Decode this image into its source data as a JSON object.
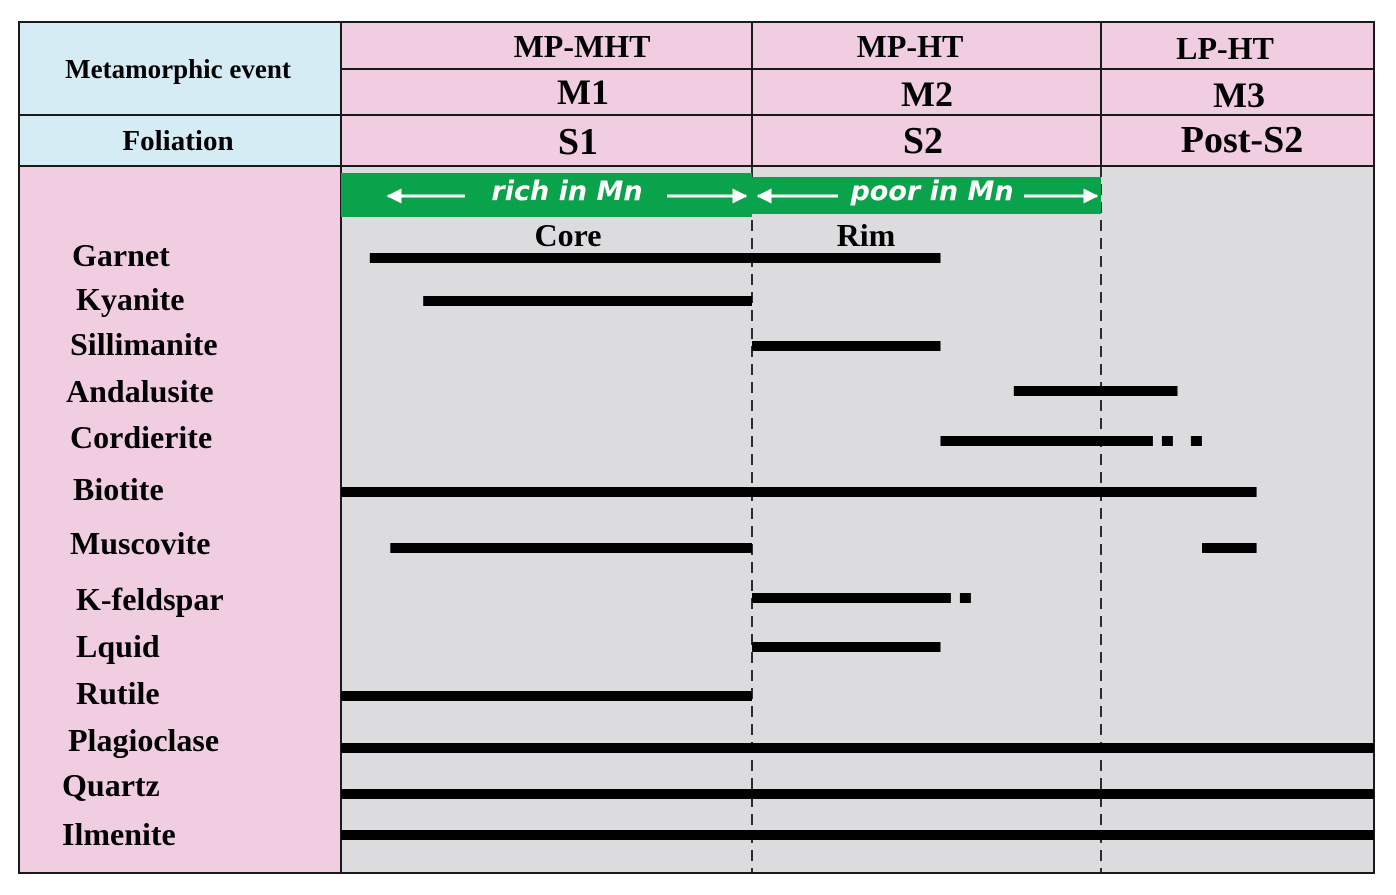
{
  "header": {
    "row_label_event": "Metamorphic event",
    "row_label_foliation": "Foliation",
    "columns": [
      {
        "regime": "MP-MHT",
        "event": "M1",
        "foliation": "S1"
      },
      {
        "regime": "MP-HT",
        "event": "M2",
        "foliation": "S2"
      },
      {
        "regime": "LP-HT",
        "event": "M3",
        "foliation": "Post-S2"
      }
    ]
  },
  "garnet_zoning": {
    "rich_label": "rich in Mn",
    "poor_label": "poor in Mn",
    "core_label": "Core",
    "rim_label": "Rim",
    "banner_color": "#0aa24a"
  },
  "colors": {
    "header_blue": "#d5ecf4",
    "header_pink": "#f0cde0",
    "body_gray": "#dcdcde",
    "bar": "#000000"
  },
  "minerals": [
    {
      "name": "Garnet",
      "segments": [
        {
          "from": 0.07,
          "to": 1.54,
          "style": "solid"
        }
      ]
    },
    {
      "name": "Kyanite",
      "segments": [
        {
          "from": 0.2,
          "to": 1.0,
          "style": "solid"
        }
      ]
    },
    {
      "name": "Sillimanite",
      "segments": [
        {
          "from": 1.0,
          "to": 1.54,
          "style": "solid"
        }
      ]
    },
    {
      "name": "Andalusite",
      "segments": [
        {
          "from": 1.75,
          "to": 2.28,
          "style": "solid"
        }
      ]
    },
    {
      "name": "Cordierite",
      "segments": [
        {
          "from": 1.54,
          "to": 2.19,
          "style": "solid"
        },
        {
          "from": 2.19,
          "to": 2.41,
          "style": "dotted"
        }
      ]
    },
    {
      "name": "Biotite",
      "segments": [
        {
          "from": 0.0,
          "to": 2.57,
          "style": "solid"
        }
      ]
    },
    {
      "name": "Muscovite",
      "segments": [
        {
          "from": 0.12,
          "to": 1.0,
          "style": "solid"
        },
        {
          "from": 2.37,
          "to": 2.57,
          "style": "solid"
        }
      ]
    },
    {
      "name": "K-feldspar",
      "segments": [
        {
          "from": 1.0,
          "to": 1.57,
          "style": "solid"
        },
        {
          "from": 1.57,
          "to": 1.7,
          "style": "dotted"
        }
      ]
    },
    {
      "name": "Lquid",
      "segments": [
        {
          "from": 1.0,
          "to": 1.54,
          "style": "solid"
        }
      ]
    },
    {
      "name": "Rutile",
      "segments": [
        {
          "from": 0.0,
          "to": 1.0,
          "style": "solid"
        }
      ]
    },
    {
      "name": "Plagioclase",
      "segments": [
        {
          "from": 0.0,
          "to": 3.0,
          "style": "solid"
        }
      ]
    },
    {
      "name": "Quartz",
      "segments": [
        {
          "from": 0.0,
          "to": 3.0,
          "style": "solid"
        }
      ]
    },
    {
      "name": "Ilmenite",
      "segments": [
        {
          "from": 0.0,
          "to": 3.0,
          "style": "solid"
        }
      ]
    }
  ]
}
